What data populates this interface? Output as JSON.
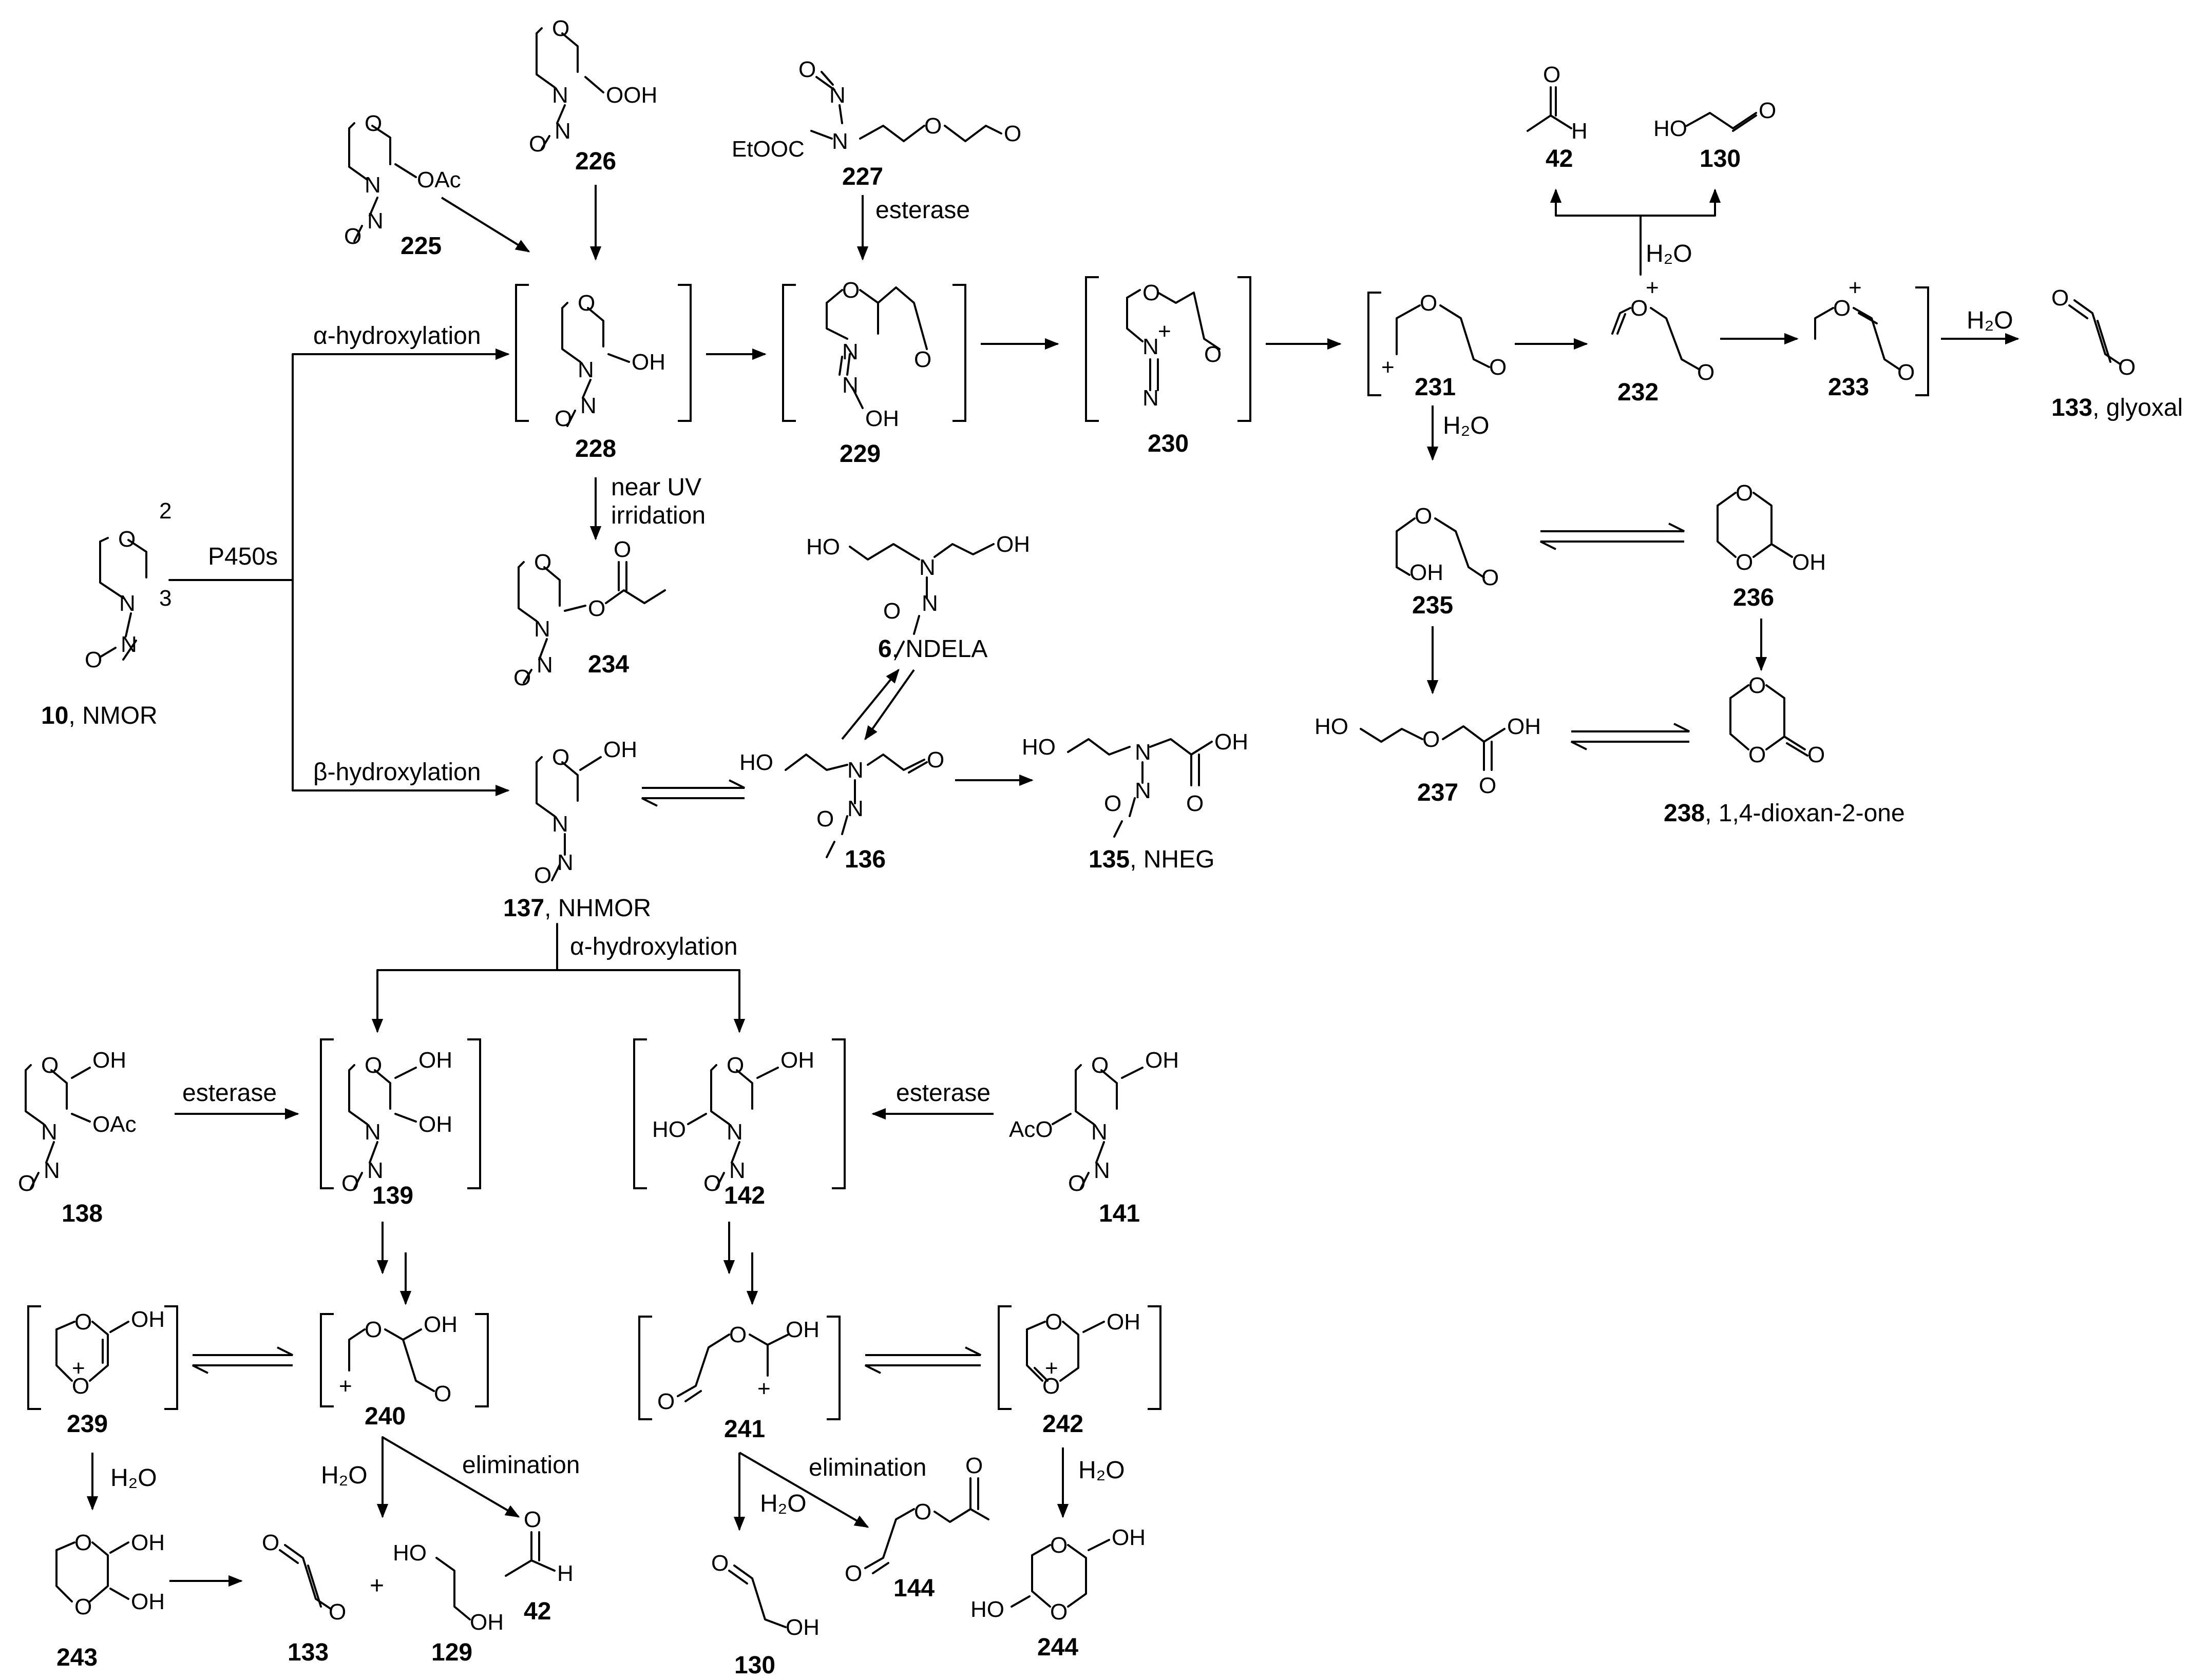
{
  "compounds": [
    {
      "id": "nmor",
      "num": "10",
      "name": "NMOR"
    },
    {
      "id": "c225",
      "num": "225",
      "name": ""
    },
    {
      "id": "c226",
      "num": "226",
      "name": ""
    },
    {
      "id": "c227",
      "num": "227",
      "name": ""
    },
    {
      "id": "c228",
      "num": "228",
      "name": ""
    },
    {
      "id": "c229",
      "num": "229",
      "name": ""
    },
    {
      "id": "c230",
      "num": "230",
      "name": ""
    },
    {
      "id": "c231",
      "num": "231",
      "name": ""
    },
    {
      "id": "c232",
      "num": "232",
      "name": ""
    },
    {
      "id": "c233",
      "num": "233",
      "name": ""
    },
    {
      "id": "c133a",
      "num": "133",
      "name": "glyoxal"
    },
    {
      "id": "c42a",
      "num": "42",
      "name": ""
    },
    {
      "id": "c130a",
      "num": "130",
      "name": ""
    },
    {
      "id": "c234",
      "num": "234",
      "name": ""
    },
    {
      "id": "ndela",
      "num": "6",
      "name": "NDELA"
    },
    {
      "id": "c235",
      "num": "235",
      "name": ""
    },
    {
      "id": "c236",
      "num": "236",
      "name": ""
    },
    {
      "id": "c237",
      "num": "237",
      "name": ""
    },
    {
      "id": "c238",
      "num": "238",
      "name": "1,4-dioxan-2-one"
    },
    {
      "id": "c137",
      "num": "137",
      "name": "NHMOR"
    },
    {
      "id": "c136",
      "num": "136",
      "name": ""
    },
    {
      "id": "c135",
      "num": "135",
      "name": "NHEG"
    },
    {
      "id": "c138",
      "num": "138",
      "name": ""
    },
    {
      "id": "c139",
      "num": "139",
      "name": ""
    },
    {
      "id": "c142",
      "num": "142",
      "name": ""
    },
    {
      "id": "c141",
      "num": "141",
      "name": ""
    },
    {
      "id": "c239",
      "num": "239",
      "name": ""
    },
    {
      "id": "c240",
      "num": "240",
      "name": ""
    },
    {
      "id": "c241",
      "num": "241",
      "name": ""
    },
    {
      "id": "c242",
      "num": "242",
      "name": ""
    },
    {
      "id": "c243",
      "num": "243",
      "name": ""
    },
    {
      "id": "c133b",
      "num": "133",
      "name": ""
    },
    {
      "id": "c129",
      "num": "129",
      "name": ""
    },
    {
      "id": "c42b",
      "num": "42",
      "name": ""
    },
    {
      "id": "c130b",
      "num": "130",
      "name": ""
    },
    {
      "id": "c144",
      "num": "144",
      "name": ""
    },
    {
      "id": "c244",
      "num": "244",
      "name": ""
    }
  ],
  "conditions": {
    "p450": "P450s",
    "alpha": "α-hydroxylation",
    "beta": "β-hydroxylation",
    "alpha2": "α-hydroxylation",
    "esterase227": "esterase",
    "esterase138": "esterase",
    "esterase141": "esterase",
    "uv1": "near UV",
    "uv2": "irridation",
    "h2o_232": "H₂O",
    "h2o_233": "H₂O",
    "h2o_231": "H₂O",
    "h2o_240": "H₂O",
    "h2o_241": "H₂O",
    "h2o_239": "H₂O",
    "h2o_242": "H₂O",
    "elim240": "elimination",
    "elim241": "elimination",
    "plus": "+"
  },
  "atoms": {
    "O": "O",
    "N": "N",
    "OH": "OH",
    "HO": "HO",
    "OOH": "OOH",
    "OAc": "OAc",
    "AcO": "AcO",
    "EtOOC": "EtOOC",
    "H": "H",
    "plus": "+",
    "ring2": "2",
    "ring3": "3"
  },
  "sep": ", "
}
